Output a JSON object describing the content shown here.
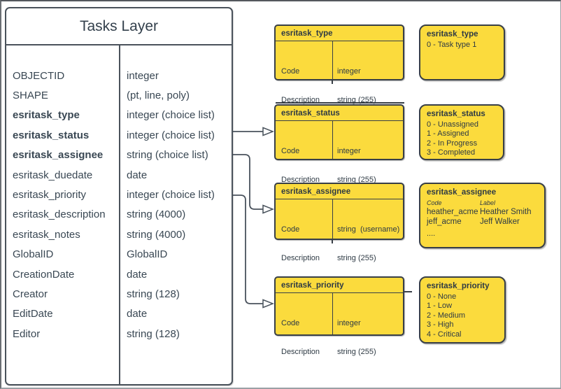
{
  "main_table": {
    "title": "Tasks Layer",
    "fields": [
      "OBJECTID",
      "SHAPE",
      "esritask_type",
      "esritask_status",
      "esritask_assignee",
      "esritask_duedate",
      "esritask_priority",
      "esritask_description",
      "esritask_notes",
      "GlobalID",
      "CreationDate",
      "Creator",
      "EditDate",
      "Editor"
    ],
    "types": [
      "integer",
      "(pt, line, poly)",
      "integer (choice list)",
      "integer (choice list)",
      "string (choice list)",
      "date",
      "integer (choice list)",
      "string (4000)",
      "string (4000)",
      "GlobalID",
      "date",
      "string (128)",
      "date",
      "string (128)"
    ]
  },
  "domain_tables": [
    {
      "title": "esritask_type",
      "attrs": [
        "Code",
        "Description"
      ],
      "types": [
        "integer",
        "string (255)"
      ]
    },
    {
      "title": "esritask_status",
      "attrs": [
        "Code",
        "Description"
      ],
      "types": [
        "integer",
        "string (255)"
      ]
    },
    {
      "title": "esritask_assignee",
      "attrs": [
        "Code",
        "Description"
      ],
      "types": [
        "string  (username)",
        "string (255)"
      ]
    },
    {
      "title": "esritask_priority",
      "attrs": [
        "Code",
        "Description"
      ],
      "types": [
        "integer",
        "string (255)"
      ]
    }
  ],
  "value_lists": [
    {
      "title": "esritask_type",
      "values": [
        "0 - Task type 1"
      ]
    },
    {
      "title": "esritask_status",
      "values": [
        "0 - Unassigned",
        "1 - Assigned",
        "2 - In Progress",
        "3 - Completed"
      ]
    },
    {
      "title": "esritask_assignee",
      "columns": [
        "Code",
        "Label"
      ],
      "rows": [
        {
          "code": "heather_acme",
          "label": "Heather Smith"
        },
        {
          "code": "jeff_acme",
          "label": "Jeff Walker"
        }
      ],
      "ellipsis": "...."
    },
    {
      "title": "esritask_priority",
      "values": [
        "0 - None",
        "1 - Low",
        "2 - Medium",
        "3 - High",
        "4 - Critical"
      ]
    }
  ],
  "colors": {
    "box_fill": "#fbdb3d",
    "stroke_dark": "#383f47",
    "table_stroke": "#4a525b",
    "text_dark": "#394753"
  }
}
